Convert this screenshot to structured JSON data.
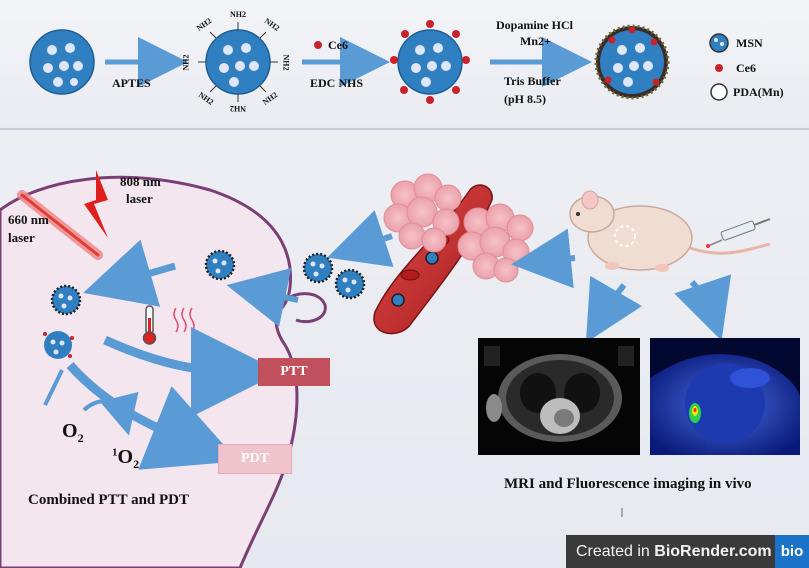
{
  "synthesis": {
    "step1_label": "APTES",
    "nh2_label": "NH2",
    "ce6_label": "Ce6",
    "step2_label": "EDC NHS",
    "step3_top_line1": "Dopamine HCl",
    "step3_top_line2": "Mn2+",
    "step3_bottom_line1": "Tris Buffer",
    "step3_bottom_line2": "(pH 8.5)"
  },
  "legend": {
    "items": [
      {
        "label": "MSN"
      },
      {
        "label": "Ce6"
      },
      {
        "label": "PDA(Mn)"
      }
    ]
  },
  "lasers": {
    "laser808_line1": "808 nm",
    "laser808_line2": "laser",
    "laser660_line1": "660 nm",
    "laser660_line2": "laser"
  },
  "cell": {
    "ptt_label": "PTT",
    "pdt_label": "PDT",
    "o2_label": "O",
    "o2_sub": "2",
    "singlet_sup": "1",
    "singlet_o": "O",
    "singlet_sub": "2",
    "caption": "Combined PTT and PDT"
  },
  "imaging": {
    "caption": "MRI and Fluorescence imaging in vivo"
  },
  "watermark": {
    "prefix": "Created in ",
    "brand": "BioRender.com",
    "logo": "bio"
  },
  "colors": {
    "msn_blue": "#2f7fc1",
    "ce6_red": "#c8232a",
    "arrow_blue": "#5b9bd5",
    "ptt_box": "#c0505c",
    "pdt_box": "#f0c4cc",
    "cell_fill": "#f4e6ee",
    "cell_border": "#7a3f74",
    "background": "#eceef3"
  }
}
